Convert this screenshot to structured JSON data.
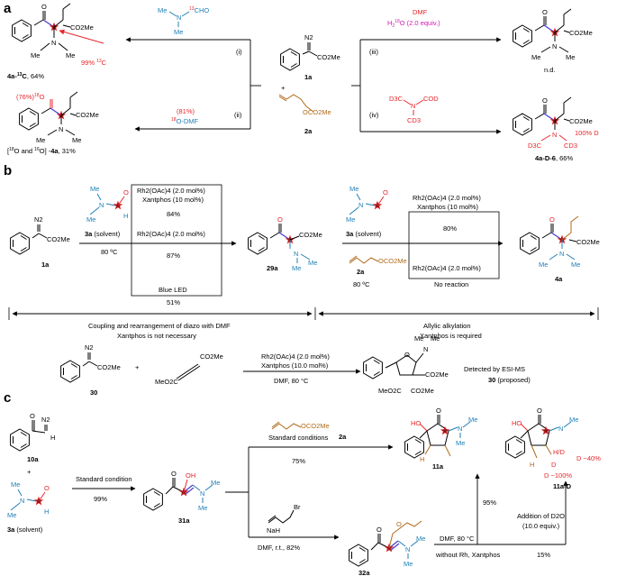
{
  "panels": {
    "a": "a",
    "b": "b",
    "c": "c"
  },
  "a": {
    "left_top_product": {
      "id": "4a-",
      "iso": "13",
      "id2": "C",
      "yield": ", 64%",
      "label_pct": "99% ",
      "label_iso": "13",
      "label_C": "C",
      "ester": "CO2Me",
      "me1": "Me",
      "me2": "Me",
      "o": "O"
    },
    "left_bottom_product": {
      "pct": "(76%)",
      "iso_o": "18",
      "o": "O",
      "caption_pre": "[",
      "caption_18": "18",
      "caption_mid": "O and ",
      "caption_16": "16",
      "caption_post": "O] -",
      "caption_id": "4a",
      "caption_yield": ", 31%",
      "ester": "CO2Me",
      "me1": "Me",
      "me2": "Me"
    },
    "reagent_i": {
      "me1": "Me",
      "me2": "Me",
      "iso": "13",
      "cho": "CHO",
      "n": "N",
      "label": "(i)"
    },
    "reagent_ii": {
      "pct": "(81%)",
      "iso": "18",
      "text": "O-DMF",
      "label": "(ii)"
    },
    "center": {
      "n2": "N2",
      "ester": "CO2Me",
      "id1": "1a",
      "plus": "+",
      "ester2": "OCO2Me",
      "id2": "2a"
    },
    "reagent_iii": {
      "line1": "DMF",
      "h2": "H",
      "sub2": "2",
      "iso": "18",
      "o": "O (2.0 equiv.)",
      "label": "(iii)"
    },
    "reagent_iv": {
      "d3c": "D3C",
      "n": "N",
      "cod": "COD",
      "cd3": "CD3",
      "label": "(iv)"
    },
    "right_top_product": {
      "ester": "CO2Me",
      "o": "O",
      "n": "N",
      "me1": "Me",
      "me2": "Me",
      "result": "n.d."
    },
    "right_bottom_product": {
      "ester": "CO2Me",
      "o": "O",
      "n": "N",
      "d3c": "D3C",
      "cd3": "CD3",
      "label": "100% D",
      "id": "4a-D-6",
      "yield": ", 66%"
    }
  },
  "b": {
    "start": {
      "n2": "N2",
      "ester": "CO2Me",
      "id": "1a"
    },
    "dmf": {
      "me1": "Me",
      "me2": "Me",
      "n": "N",
      "h": "H",
      "o": "O",
      "label": "3a",
      "solvent": " (solvent)"
    },
    "temp1": "80 ºC",
    "box1": [
      {
        "cat": "Rh2(OAc)4 (2.0 mol%)",
        "lig": "Xantphos (10 mol%)",
        "yield": "84%"
      },
      {
        "cat": "Rh2(OAc)4 (2.0 mol%)",
        "lig": "",
        "yield": "87%"
      },
      {
        "cat": "Blue LED",
        "lig": "",
        "yield": "51%"
      }
    ],
    "mid": {
      "o": "O",
      "ester": "CO2Me",
      "n": "N",
      "me1": "Me",
      "me2": "Me",
      "id": "29a"
    },
    "allyl": {
      "ester": "OCO2Me",
      "id": "2a",
      "temp": "80 ºC"
    },
    "box2": [
      {
        "cat": "Rh2(OAc)4 (2.0 mol%)",
        "lig": "Xantphos (10 mol%)",
        "yield": "80%"
      },
      {
        "cat": "Rh2(OAc)4 (2.0 mol%)",
        "lig": "",
        "yield": "No reaction"
      }
    ],
    "end": {
      "o": "O",
      "ester": "CO2Me",
      "n": "N",
      "me1": "Me",
      "me2": "Me",
      "id": "4a"
    },
    "span_left": {
      "line1": "Coupling and rearrangement of diazo with DMF",
      "line2": "Xantphos is not necessary"
    },
    "span_right": {
      "line1": "Allylic alkylation",
      "line2": "Xantphos is required"
    },
    "bottom": {
      "n2": "N2",
      "ester": "CO2Me",
      "id": "30",
      "plus": "+",
      "alkyne_left": "MeO2C",
      "alkyne_right": "CO2Me",
      "cond1": "Rh2(OAc)4 (2.0 mol%)",
      "cond2": "Xantphos (10.0 mol%)",
      "cond3": "DMF, 80 °C",
      "prod_nme2": "N",
      "prod_me1": "Me",
      "prod_o": "O",
      "prod_ester1": "CO2Me",
      "prod_ester2": "MeO2C",
      "prod_ester3": "CO2Me",
      "detect": "Detected by ESI-MS",
      "note": " (proposed)"
    }
  },
  "c": {
    "sm": {
      "n2": "N2",
      "o": "O",
      "h": "H",
      "id": "10a",
      "plus": "+"
    },
    "dmf": {
      "me1": "Me",
      "me2": "Me",
      "n": "N",
      "h": "H",
      "o": "O",
      "id": "3a",
      "solvent": " (solvent)"
    },
    "step1": {
      "cond": "Standard condition",
      "yield": "99%"
    },
    "int31": {
      "o": "O",
      "oh": "OH",
      "n": "N",
      "me1": "Me",
      "me2": "Me",
      "id": "31a"
    },
    "upper": {
      "reagent": "OCO2Me",
      "id": "2a",
      "cond": "Standard conditions",
      "yield": "75%"
    },
    "lower": {
      "reagent": "Br",
      "base": "NaH",
      "cond": "DMF, r.t., 82%"
    },
    "int32": {
      "o": "O",
      "n": "N",
      "me1": "Me",
      "me2": "Me",
      "id": "32a"
    },
    "step_rh": {
      "cond": "DMF, 80 °C",
      "cond2": "without Rh, Xantphos",
      "yield1": "95%",
      "yield2": "15%"
    },
    "d2o": {
      "line1": "Addition of D2O",
      "line2": "(10.0 equiv.)"
    },
    "p11a": {
      "ho": "HO",
      "o": "O",
      "n": "N",
      "me1": "Me",
      "me2": "Me",
      "h": "H",
      "id": "11a"
    },
    "p11aD": {
      "ho": "HO",
      "o": "O",
      "n": "N",
      "me": "Me",
      "h": "H",
      "d": "D",
      "d1": "D ~40%",
      "d2": "D ~100%",
      "dlabel": "H/D",
      "id": "11a-D"
    }
  }
}
